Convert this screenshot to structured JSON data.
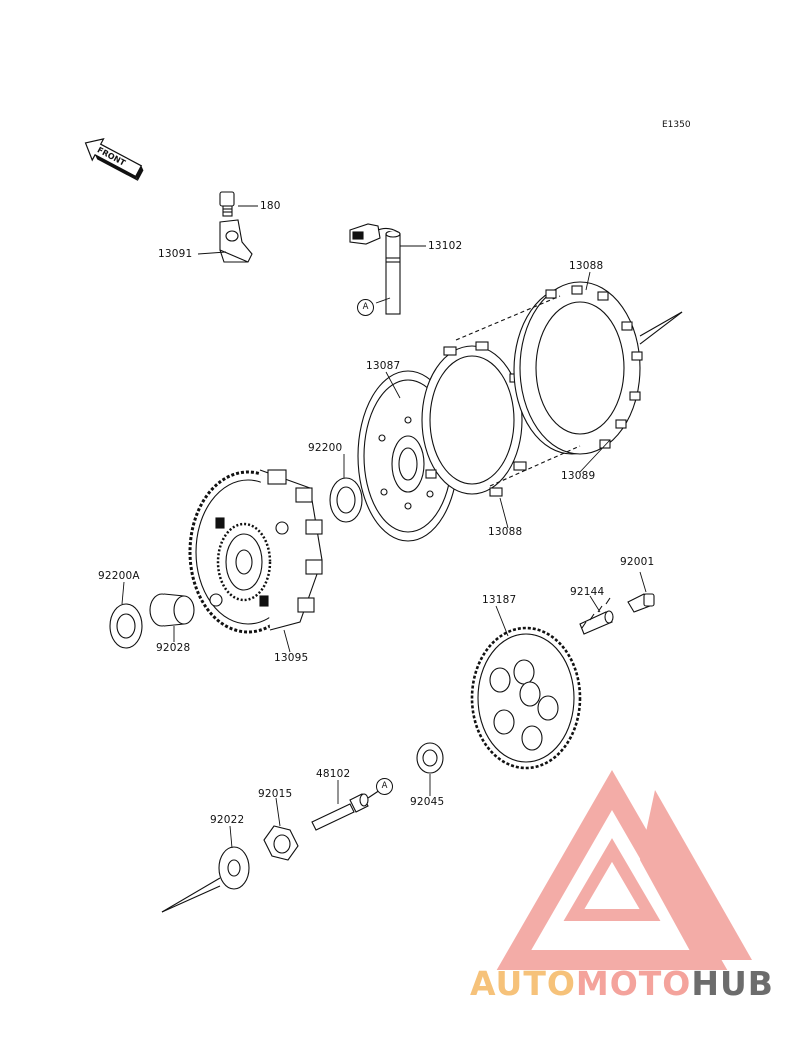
{
  "diagram_code": "E1350",
  "front_label": "FRONT",
  "callout": "A",
  "parts": {
    "p180": "180",
    "p13091": "13091",
    "p13102": "13102",
    "p13088_top": "13088",
    "p13087": "13087",
    "p92200": "92200",
    "p13089": "13089",
    "p13088_bottom": "13088",
    "p92001": "92001",
    "p92200A": "92200A",
    "p92144": "92144",
    "p13187": "13187",
    "p92028": "92028",
    "p13095": "13095",
    "p48102": "48102",
    "p92015": "92015",
    "p92045": "92045",
    "p92022": "92022"
  },
  "watermark": {
    "part1": "AUTO",
    "part2": "MOTO",
    "part3": "HUB",
    "color_auto": "#f6c27a",
    "color_moto": "#f4a39c",
    "color_hub": "#6c6c6c"
  }
}
